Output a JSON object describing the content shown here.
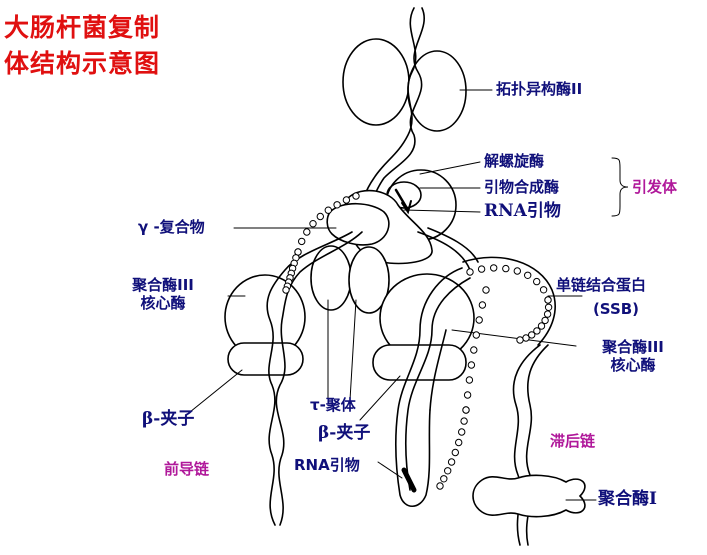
{
  "title": {
    "line1": "大肠杆菌复制",
    "line2": "体结构示意图"
  },
  "labels": {
    "topoisomerase": "拓扑异构酶II",
    "helicase": "解螺旋酶",
    "primase": "引物合成酶",
    "rna_primer_top": "RNA引物",
    "primosome": "引发体",
    "gamma_complex": "γ -复合物",
    "pol3_core_left_1": "聚合酶III",
    "pol3_core_left_2": "核心酶",
    "ssb_1": "单链结合蛋白",
    "ssb_2": "(SSB)",
    "pol3_core_right_1": "聚合酶III",
    "pol3_core_right_2": "核心酶",
    "tau_dimer": "τ-聚体",
    "beta_clamp_left": "β-夹子",
    "beta_clamp_right": "β-夹子",
    "leading_strand": "前导链",
    "rna_primer_bottom": "RNA引物",
    "lagging_strand": "滞后链",
    "pol1": "聚合酶I"
  },
  "colors": {
    "title": "#e01010",
    "label": "#10107a",
    "strand_label": "#b0189a",
    "line": "#000000"
  }
}
